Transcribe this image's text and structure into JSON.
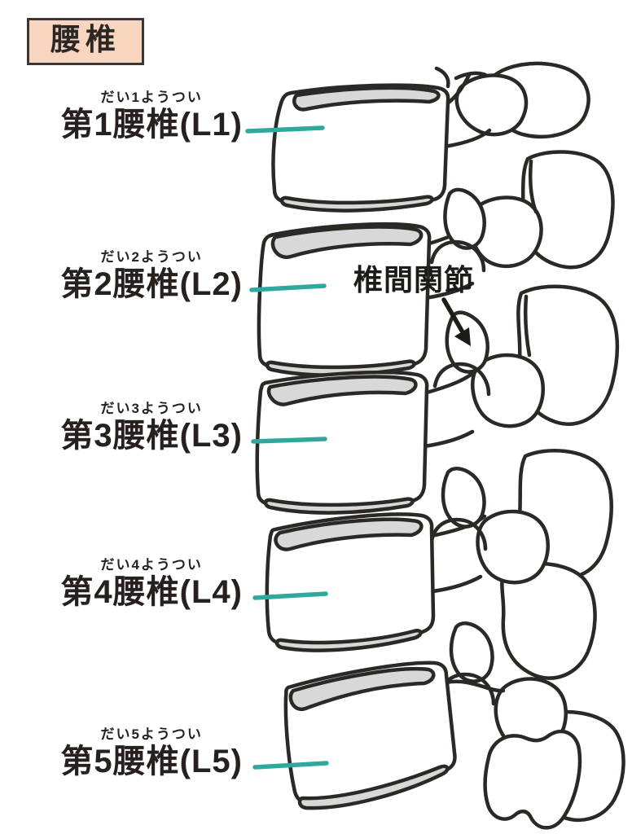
{
  "title": {
    "label": "腰椎"
  },
  "diagram": {
    "annotation": {
      "label": "椎間関節"
    },
    "labels": [
      {
        "furigana": "だい1ようつい",
        "label": "第1腰椎(L1)"
      },
      {
        "furigana": "だい2ようつい",
        "label": "第2腰椎(L2)"
      },
      {
        "furigana": "だい3ようつい",
        "label": "第3腰椎(L3)"
      },
      {
        "furigana": "だい4ようつい",
        "label": "第4腰椎(L4)"
      },
      {
        "furigana": "だい5ようつい",
        "label": "第5腰椎(L5)"
      }
    ]
  },
  "colors": {
    "title_bg": "#f8d5bf",
    "title_border": "#3b3633",
    "outline": "#2b2926",
    "disc_fill": "#d8d8d8",
    "leader_line": "#2fa89e",
    "arrow": "#1d1a18",
    "text": "#26211e"
  }
}
